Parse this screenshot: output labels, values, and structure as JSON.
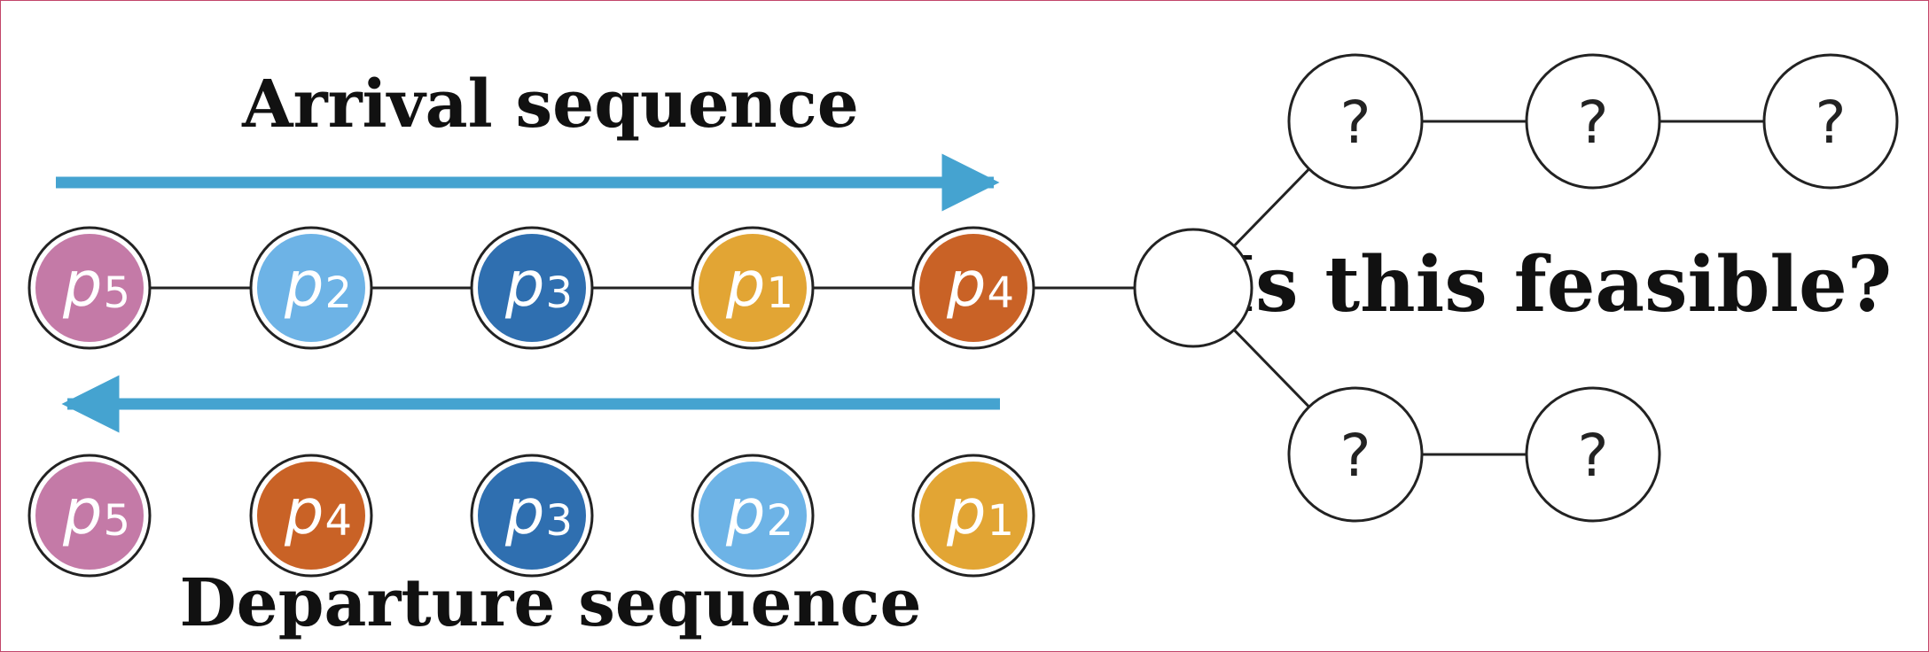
{
  "headings": {
    "arrival": "Arrival sequence",
    "departure": "Departure sequence",
    "question": "Is this feasible?"
  },
  "colors": {
    "arrow": "#45a3d0",
    "line": "#222222",
    "p1": "#e2a534",
    "p2": "#6db3e6",
    "p3": "#2f6fb0",
    "p4": "#c96226",
    "p5": "#c47aa7"
  },
  "arrival_sequence": [
    {
      "base": "p",
      "sub": "5",
      "color_key": "p5"
    },
    {
      "base": "p",
      "sub": "2",
      "color_key": "p2"
    },
    {
      "base": "p",
      "sub": "3",
      "color_key": "p3"
    },
    {
      "base": "p",
      "sub": "1",
      "color_key": "p1"
    },
    {
      "base": "p",
      "sub": "4",
      "color_key": "p4"
    }
  ],
  "departure_sequence": [
    {
      "base": "p",
      "sub": "5",
      "color_key": "p5"
    },
    {
      "base": "p",
      "sub": "4",
      "color_key": "p4"
    },
    {
      "base": "p",
      "sub": "3",
      "color_key": "p3"
    },
    {
      "base": "p",
      "sub": "2",
      "color_key": "p2"
    },
    {
      "base": "p",
      "sub": "1",
      "color_key": "p1"
    }
  ],
  "unknown_branches": {
    "upper": [
      "?",
      "?",
      "?"
    ],
    "lower": [
      "?",
      "?"
    ]
  }
}
